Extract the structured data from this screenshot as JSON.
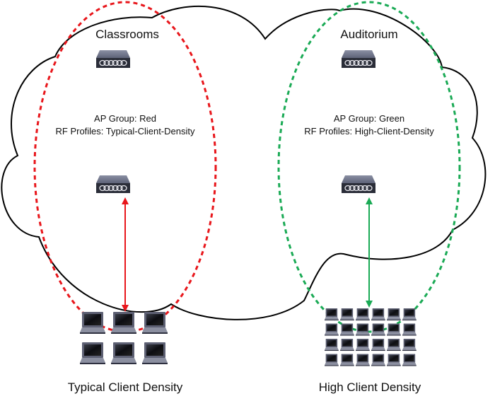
{
  "zones": [
    {
      "title": "Classrooms",
      "ap_group": "AP Group: Red",
      "rf_profile": "RF Profiles: Typical-Client-Density",
      "color": "#e8161b",
      "ap_count": 2
    },
    {
      "title": "Auditorium",
      "ap_group": "AP Group: Green",
      "rf_profile": "RF Profiles: High-Client-Density",
      "color": "#1aaa55",
      "ap_count": 2
    }
  ],
  "clients": [
    {
      "label": "Typical Client Density",
      "rows": 2,
      "cols": 3,
      "arrow_color": "#e8161b"
    },
    {
      "label": "High Client Density",
      "rows": 4,
      "cols": 6,
      "arrow_color": "#1aaa55"
    }
  ],
  "colors": {
    "cloud_stroke": "#000000",
    "device_top": "#6e7388",
    "device_front": "#2a2d38"
  }
}
